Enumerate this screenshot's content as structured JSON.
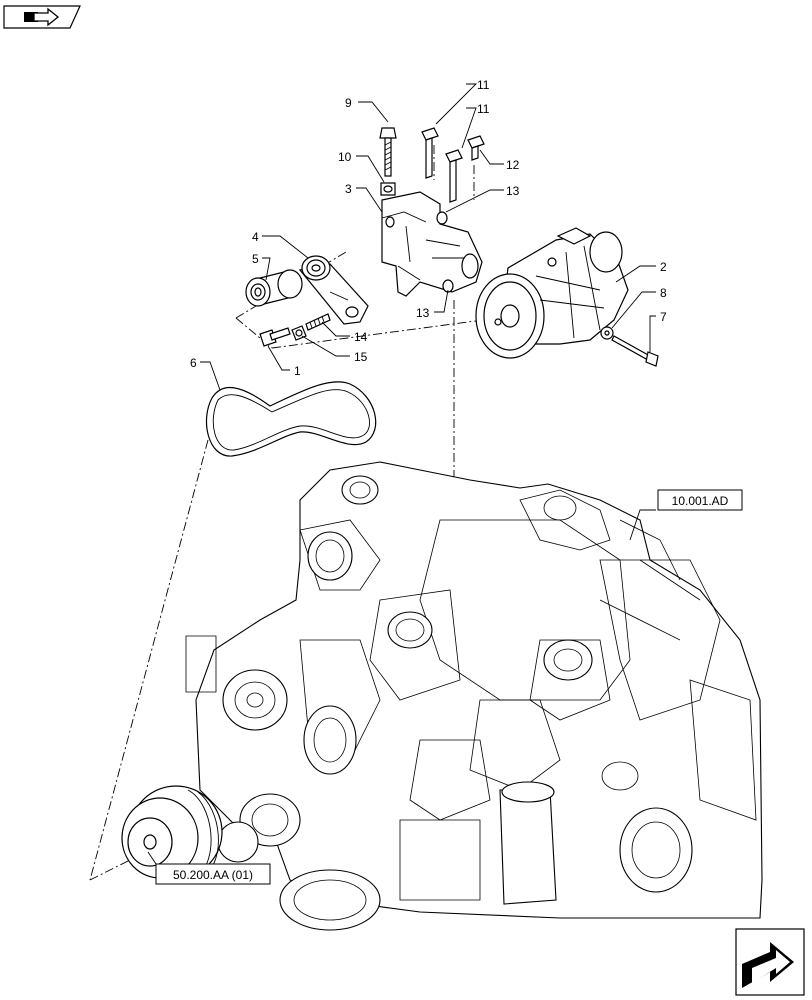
{
  "diagram": {
    "callouts": [
      {
        "id": "c1",
        "label": "1"
      },
      {
        "id": "c2",
        "label": "2"
      },
      {
        "id": "c3",
        "label": "3"
      },
      {
        "id": "c4",
        "label": "4"
      },
      {
        "id": "c5",
        "label": "5"
      },
      {
        "id": "c6",
        "label": "6"
      },
      {
        "id": "c7",
        "label": "7"
      },
      {
        "id": "c8",
        "label": "8"
      },
      {
        "id": "c9",
        "label": "9"
      },
      {
        "id": "c10",
        "label": "10"
      },
      {
        "id": "c11a",
        "label": "11"
      },
      {
        "id": "c11b",
        "label": "11"
      },
      {
        "id": "c12",
        "label": "12"
      },
      {
        "id": "c13a",
        "label": "13"
      },
      {
        "id": "c13b",
        "label": "13"
      },
      {
        "id": "c14",
        "label": "14"
      },
      {
        "id": "c15",
        "label": "15"
      }
    ],
    "references": {
      "engine": "10.001.AD",
      "pulley": "50.200.AA (01)"
    },
    "nav": {
      "top_icon": "book-arrow-icon",
      "bottom_icon": "next-page-arrow-icon"
    }
  }
}
